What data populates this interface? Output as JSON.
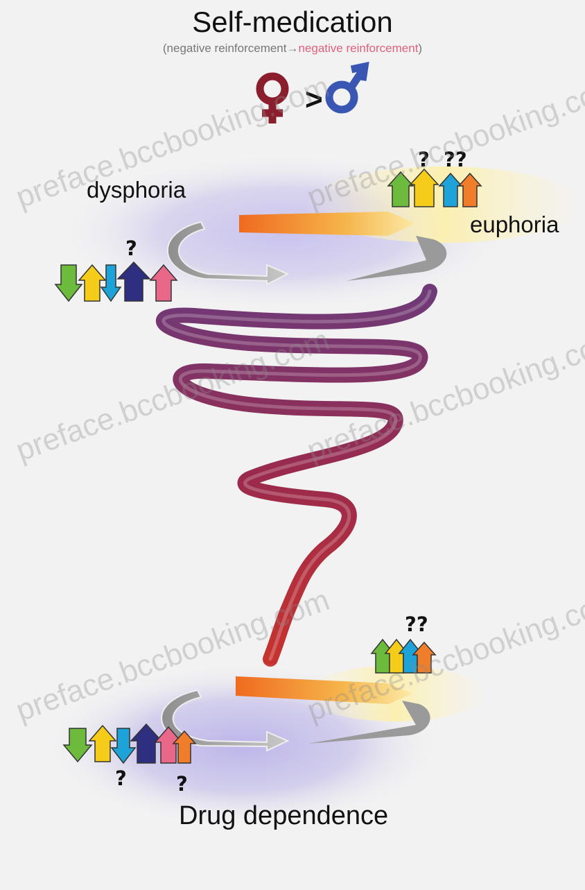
{
  "title": "Self-medication",
  "subtitle": {
    "part1": "(negative reinforcement→",
    "part2": "negative reinforcement",
    "part3": ")"
  },
  "sex_comparison": {
    "symbol": ">",
    "left": "female-symbol",
    "right": "male-symbol"
  },
  "labels": {
    "dysphoria": "dysphoria",
    "euphoria": "euphoria",
    "drug_dependence": "Drug dependence"
  },
  "question_marks": {
    "q_top_right_1": "?",
    "q_top_right_2": "??",
    "q_top_left": "?",
    "q_bottom_right": "??",
    "q_bottom_left_1": "?",
    "q_bottom_left_2": "?"
  },
  "watermark": "preface.bccbooking.com",
  "colors": {
    "green": "#6cbb3c",
    "yellow": "#f5cc1a",
    "cyan": "#1ea3d9",
    "navy": "#2e2f80",
    "pink": "#e9688a",
    "orange": "#ef7d2a",
    "spiral": "#8a2a55",
    "female": "#8b1e2d",
    "male": "#3a56b3"
  }
}
